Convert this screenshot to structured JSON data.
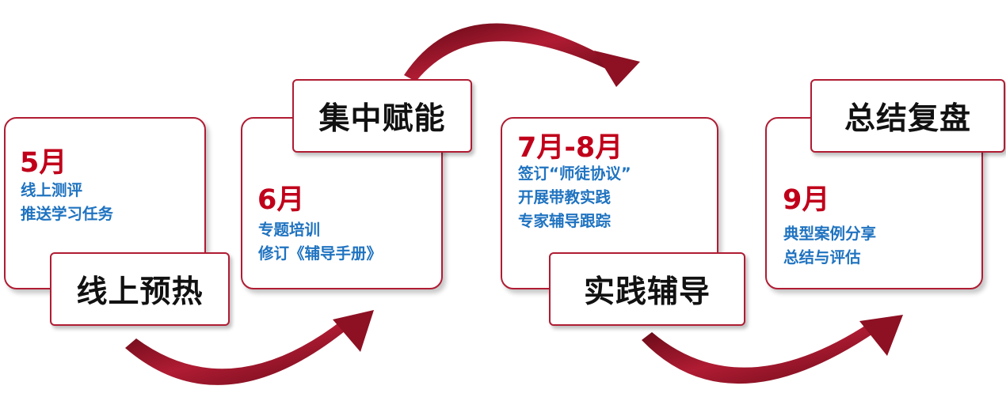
{
  "stages": [
    {
      "month": "5月",
      "items": [
        "线上测评",
        "推送学习任务"
      ],
      "title": "线上预热"
    },
    {
      "month": "6月",
      "items": [
        "专题培训",
        "修订《辅导手册》"
      ],
      "title": "集中赋能"
    },
    {
      "month": "7月-8月",
      "items": [
        "签订“师徒协议”",
        "开展带教实践",
        "专家辅导跟踪"
      ],
      "title": "实践辅导"
    },
    {
      "month": "9月",
      "items": [
        "典型案例分享",
        "总结与评估"
      ],
      "title": "总结复盘"
    }
  ],
  "colors": {
    "accent": "#b01c33",
    "month_text": "#c0001a",
    "item_text": "#1f73c0",
    "arrow": "#8e1023"
  }
}
